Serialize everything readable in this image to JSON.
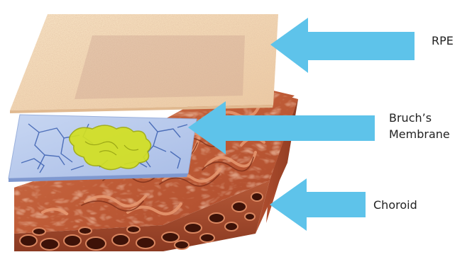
{
  "diagram": {
    "layers": [
      {
        "id": "rpe",
        "label": "RPE"
      },
      {
        "id": "bruch",
        "label_lines": [
          "Bruch’s",
          "Membrane"
        ]
      },
      {
        "id": "choroid",
        "label": "Choroid"
      }
    ],
    "colors": {
      "arrow": "#5ec3ea",
      "rpe": "#f1d5b0",
      "rpe_speckle": "#c99466",
      "bruch": "#b4c8ec",
      "bruch_vessels": "#3a5fb0",
      "bruch_highlight": "#d3e021",
      "choroid": "#bf5f3a",
      "choroid_shadow": "#7a2d18",
      "choroid_highlight": "#e79a73",
      "text": "#222222"
    }
  }
}
